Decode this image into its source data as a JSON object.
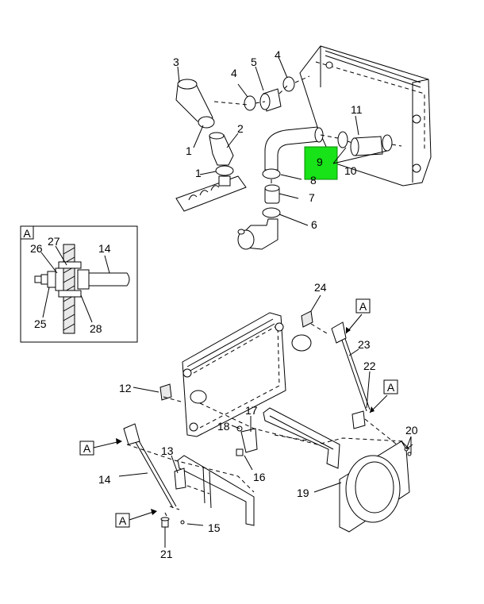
{
  "callouts": {
    "c1a": "1",
    "c1b": "1",
    "c2": "2",
    "c3": "3",
    "c4a": "4",
    "c4b": "4",
    "c5": "5",
    "c6": "6",
    "c7": "7",
    "c8": "8",
    "c9": "9",
    "c10": "10",
    "c11": "11",
    "c12": "12",
    "c13": "13",
    "c14a": "14",
    "c14b": "14",
    "c15": "15",
    "c16": "16",
    "c17": "17",
    "c18": "18",
    "c19": "19",
    "c20": "20",
    "c21": "21",
    "c22": "22",
    "c23": "23",
    "c24": "24",
    "c25": "25",
    "c26": "26",
    "c27": "27",
    "c28": "28"
  },
  "view_refs": {
    "detail_box": "A",
    "ref1": "A",
    "ref2": "A",
    "ref3": "A",
    "ref4": "A"
  },
  "highlight": {
    "part": "9",
    "color": "#18e218"
  }
}
